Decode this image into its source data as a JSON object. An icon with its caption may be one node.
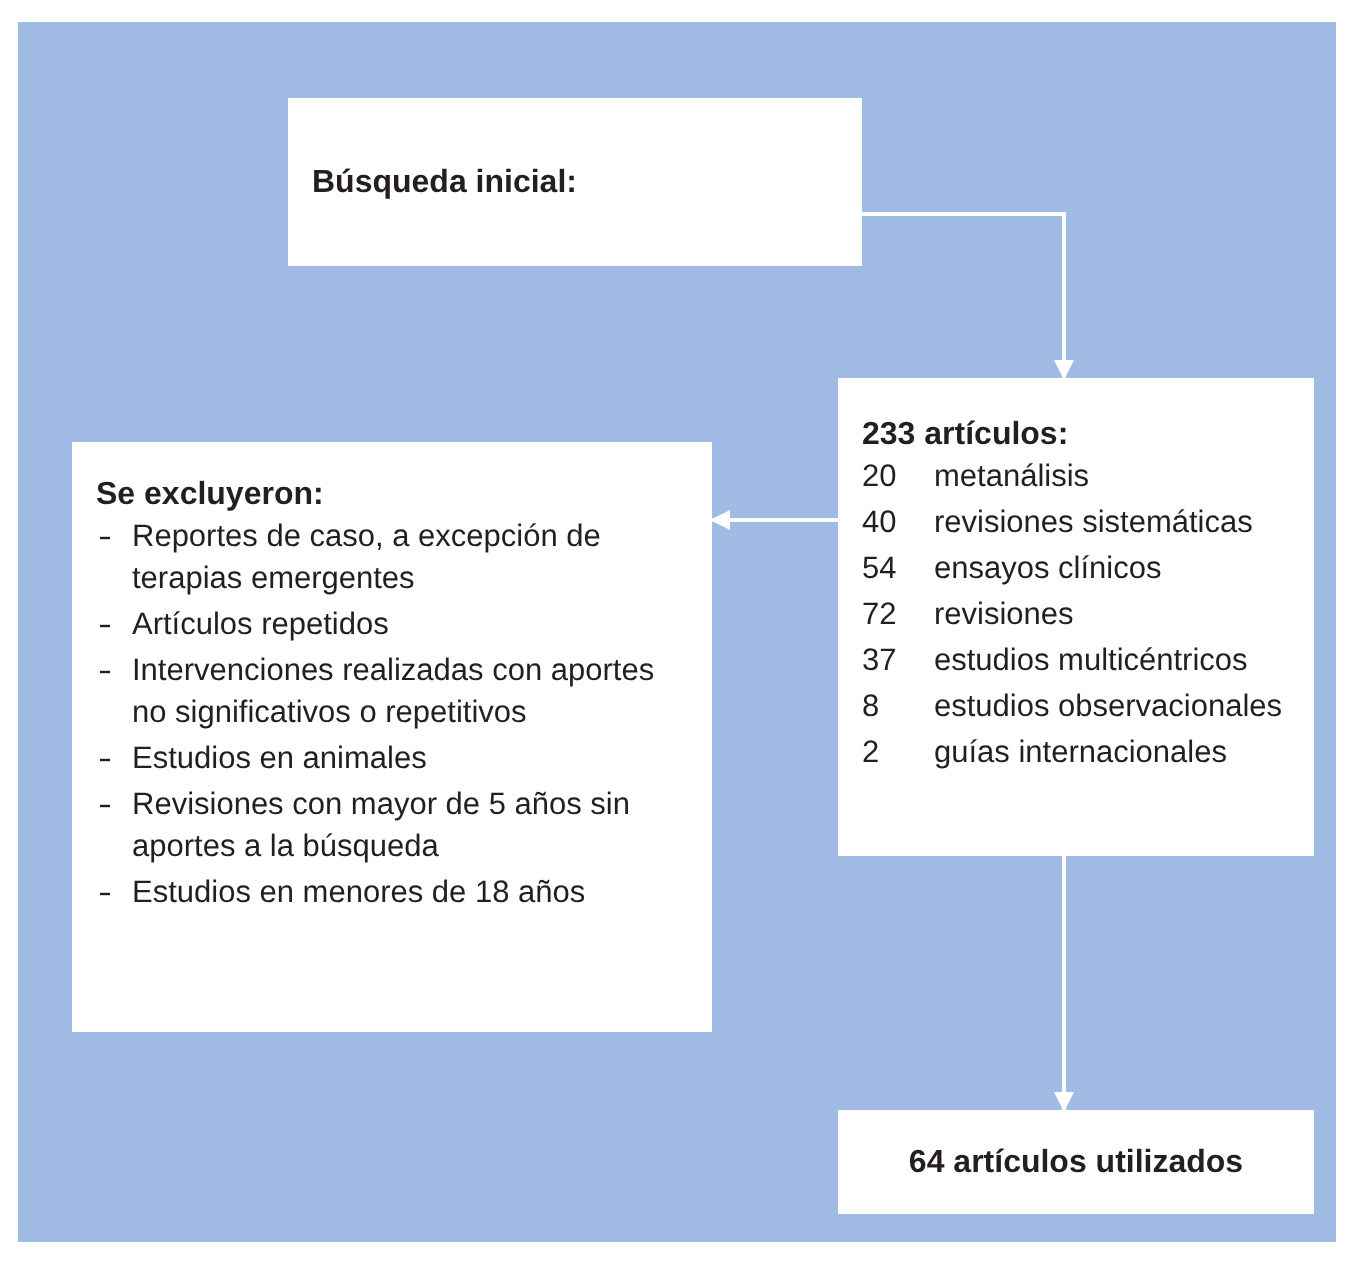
{
  "diagram": {
    "nodes": [
      {
        "text": [
          "Búsqueda inicial:"
        ]
      },
      {
        "text": [
          "233 artículos:",
          "20",
          "metanálisis",
          "40",
          "revisiones sistemáticas",
          "54",
          "ensayos clínicos",
          "72",
          "revisiones",
          "37",
          "estudios multicéntricos",
          "8",
          "estudios observacionales",
          "2",
          "guías internacionales"
        ]
      },
      {
        "text": [
          "Se excluyeron:",
          "Reportes de caso, a excepción de terapias emergentes",
          "Artículos repetidos",
          "Intervenciones realizadas con aportes no significativos o repetitivos",
          "Estudios en animales",
          "Revisiones con mayor de 5 años sin aportes a la búsqueda",
          "Estudios en menores de 18 años"
        ]
      },
      {
        "text": [
          "64 artículos utilizados"
        ]
      }
    ],
    "edges": [
      {
        "from": 0,
        "to": 1,
        "arrow": "to"
      },
      {
        "from": 1,
        "to": 2,
        "arrow": "to"
      },
      {
        "from": 1,
        "to": 3,
        "arrow": "to"
      }
    ]
  }
}
